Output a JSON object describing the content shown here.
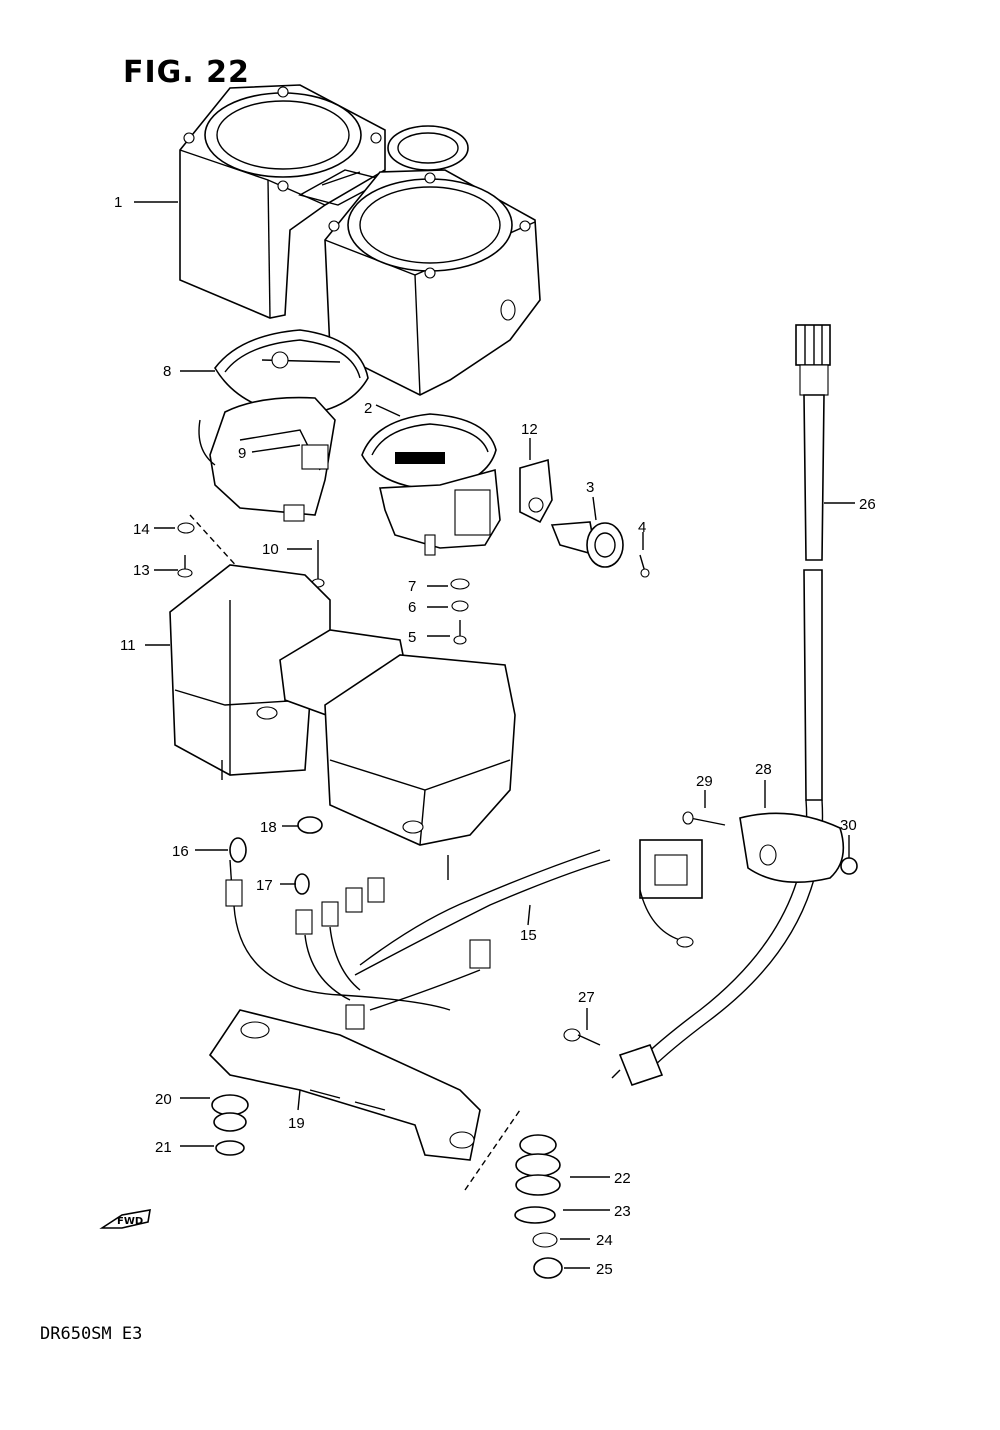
{
  "figure": {
    "title": "FIG. 22",
    "model_code": "DR650SM  E3",
    "fwd_label": "FWD"
  },
  "callouts": [
    {
      "id": "1"
    },
    {
      "id": "2"
    },
    {
      "id": "3"
    },
    {
      "id": "4"
    },
    {
      "id": "5"
    },
    {
      "id": "6"
    },
    {
      "id": "7"
    },
    {
      "id": "8"
    },
    {
      "id": "9"
    },
    {
      "id": "10"
    },
    {
      "id": "11"
    },
    {
      "id": "12"
    },
    {
      "id": "13"
    },
    {
      "id": "14"
    },
    {
      "id": "15"
    },
    {
      "id": "16"
    },
    {
      "id": "17"
    },
    {
      "id": "18"
    },
    {
      "id": "19"
    },
    {
      "id": "20"
    },
    {
      "id": "21"
    },
    {
      "id": "22"
    },
    {
      "id": "23"
    },
    {
      "id": "24"
    },
    {
      "id": "25"
    },
    {
      "id": "26"
    },
    {
      "id": "27"
    },
    {
      "id": "28"
    },
    {
      "id": "29"
    },
    {
      "id": "30"
    }
  ]
}
